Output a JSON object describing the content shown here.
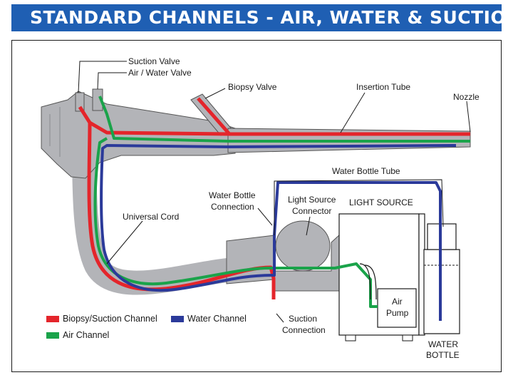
{
  "title": "STANDARD CHANNELS - AIR, WATER & SUCTION",
  "colors": {
    "header": "#1f5fb3",
    "red": "#e4252b",
    "green": "#1aa34a",
    "blue": "#2b3a9a",
    "gray": "#b3b4b8"
  },
  "labels": {
    "suction_valve": "Suction Valve",
    "air_water_valve": "Air / Water Valve",
    "biopsy_valve": "Biopsy Valve",
    "insertion_tube": "Insertion Tube",
    "nozzle": "Nozzle",
    "water_bottle_tube": "Water Bottle Tube",
    "water_bottle_connection_1": "Water Bottle",
    "water_bottle_connection_2": "Connection",
    "light_source_connector_1": "Light Source",
    "light_source_connector_2": "Connector",
    "light_source": "LIGHT SOURCE",
    "universal_cord": "Universal Cord",
    "air_pump_1": "Air",
    "air_pump_2": "Pump",
    "suction_connection_1": "Suction",
    "suction_connection_2": "Connection",
    "water_bottle_1": "WATER",
    "water_bottle_2": "BOTTLE"
  },
  "legend": {
    "biopsy_suction": "Biopsy/Suction Channel",
    "water": "Water Channel",
    "air": "Air Channel"
  }
}
